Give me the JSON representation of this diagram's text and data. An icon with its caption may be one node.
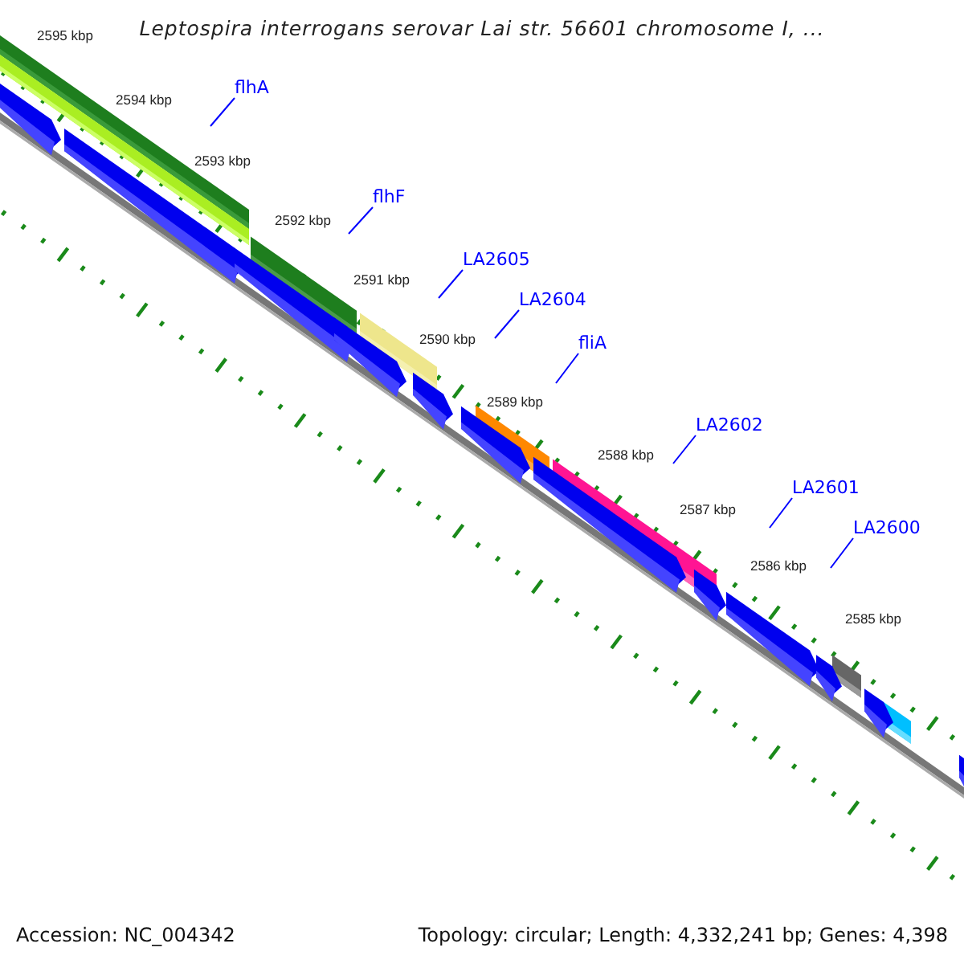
{
  "diagram": {
    "title": "Leptospira interrogans serovar Lai str. 56601 chromosome I, ...",
    "nodes": [
      {
        "text": [
          "flhA"
        ]
      },
      {
        "text": [
          "flhF"
        ]
      },
      {
        "text": [
          "LA2605"
        ]
      },
      {
        "text": [
          "LA2604"
        ]
      },
      {
        "text": [
          "fliA"
        ]
      },
      {
        "text": [
          "LA2602"
        ]
      },
      {
        "text": [
          "LA2601"
        ]
      },
      {
        "text": [
          "LA2600"
        ]
      }
    ],
    "edges": [
      {
        "from": 0,
        "to": null,
        "arrow": "none"
      },
      {
        "from": 1,
        "to": null,
        "arrow": "none"
      },
      {
        "from": 2,
        "to": null,
        "arrow": "none"
      },
      {
        "from": 3,
        "to": null,
        "arrow": "none"
      },
      {
        "from": 4,
        "to": null,
        "arrow": "none"
      },
      {
        "from": 5,
        "to": null,
        "arrow": "none"
      },
      {
        "from": 6,
        "to": null,
        "arrow": "none"
      },
      {
        "from": 7,
        "to": null,
        "arrow": "none"
      }
    ],
    "labels": [
      "2595 kbp",
      "2594 kbp",
      "2593 kbp",
      "2592 kbp",
      "2591 kbp",
      "2590 kbp",
      "2589 kbp",
      "2588 kbp",
      "2587 kbp",
      "2586 kbp",
      "2585 kbp",
      "Accession: NC_004342",
      "Topology: circular; Length: 4,332,241 bp; Genes: 4,398"
    ]
  }
}
